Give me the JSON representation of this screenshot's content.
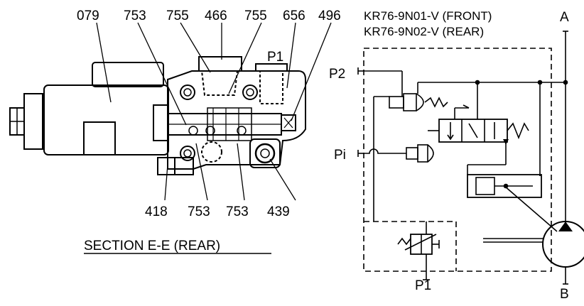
{
  "callouts": {
    "c079": "079",
    "c753a": "753",
    "c755a": "755",
    "c466": "466",
    "c755b": "755",
    "c656": "656",
    "c496": "496",
    "cP1": "P1",
    "c418": "418",
    "c753b": "753",
    "c753c": "753",
    "c439": "439"
  },
  "section_caption": "SECTION E-E (REAR)",
  "schematic": {
    "model_front": "KR76-9N01-V (FRONT)",
    "model_rear": "KR76-9N02-V (REAR)",
    "port_a": "A",
    "port_b": "B",
    "port_p2": "P2",
    "port_pi": "Pi",
    "port_p1": "P1"
  }
}
